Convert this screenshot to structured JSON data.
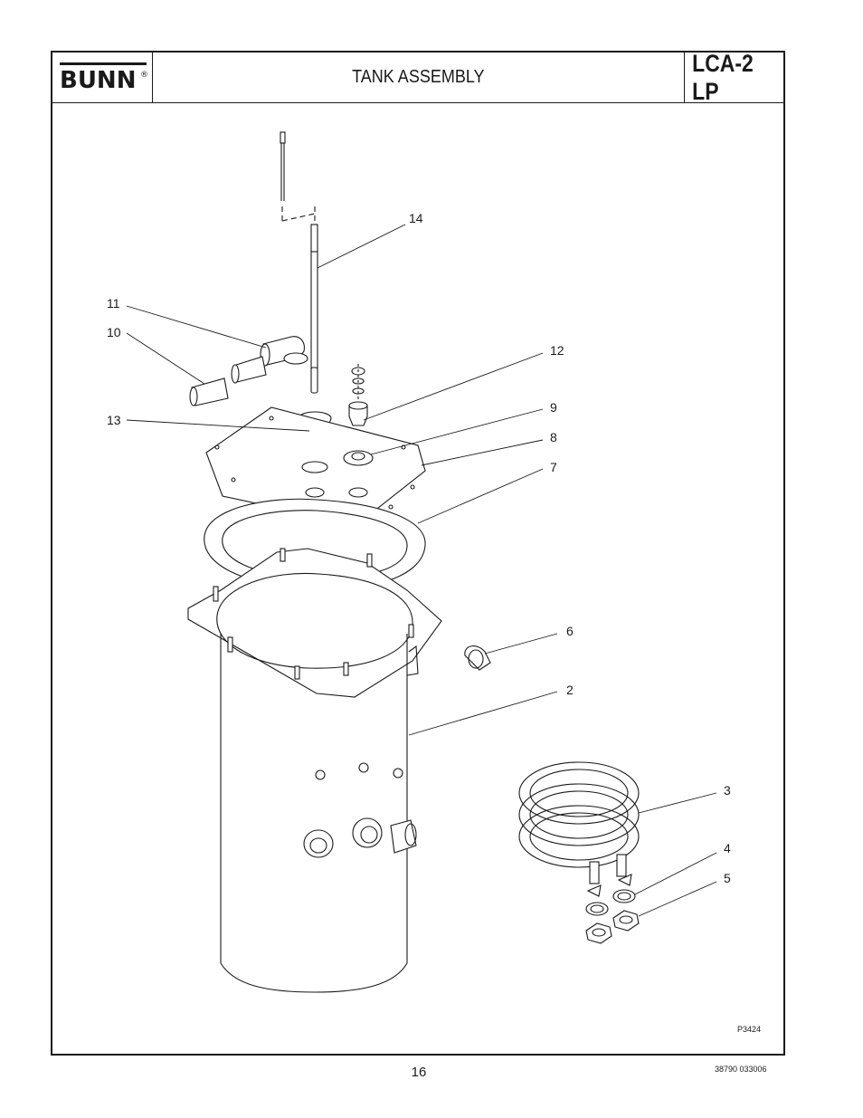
{
  "header": {
    "brand": "BUNN",
    "registered_mark": "®",
    "title": "TANK ASSEMBLY",
    "model": "LCA-2 LP"
  },
  "callouts": {
    "c14": "14",
    "c11": "11",
    "c10": "10",
    "c12": "12",
    "c13": "13",
    "c9": "9",
    "c8": "8",
    "c7": "7",
    "c6": "6",
    "c2": "2",
    "c3": "3",
    "c4": "4",
    "c5": "5"
  },
  "figure_ref": "P3424",
  "footer": {
    "page_number": "16",
    "doc_code": "38790 033006"
  }
}
